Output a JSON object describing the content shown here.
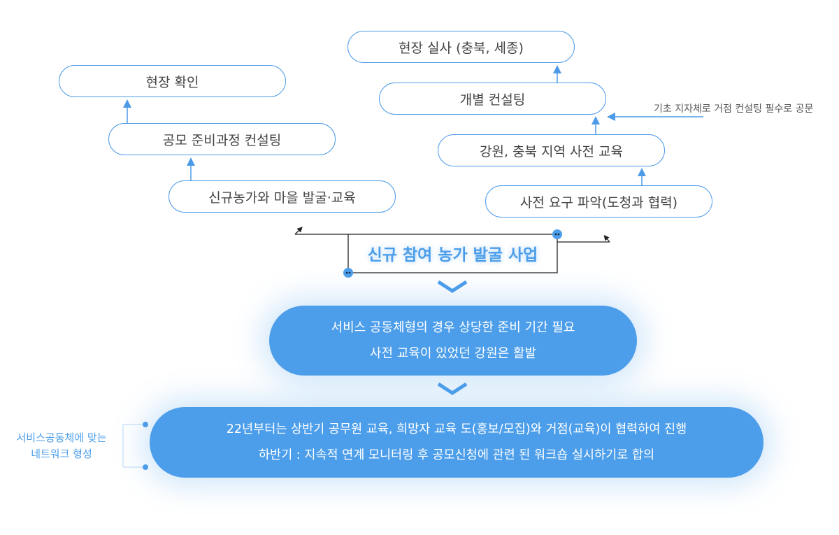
{
  "left_chain": [
    "현장 확인",
    "공모 준비과정 컨설팅",
    "신규농가와 마을 발굴·교육"
  ],
  "right_chain": [
    "현장 실사 (충북, 세종)",
    "개별 컨설팅",
    "강원, 충북 지역 사전 교육",
    "사전 요구 파악(도청과 협력)"
  ],
  "right_note": "기초 지자체로 거점 컨설팅 필수로 공문",
  "center_title": "신규 참여 농가 발굴 사업",
  "box1": [
    "서비스 공동체형의 경우 상당한 준비 기간 필요",
    "사전 교육이 있었던 강원은 활발"
  ],
  "box2": [
    "22년부터는 상반기 공무원 교육, 희망자 교육 도(홍보/모집)와 거점(교육)이 협력하여 진행",
    "하반기 : 지속적 연계 모니터링 후 공모신청에 관련 된 워크숍 실시하기로 합의"
  ],
  "side_note": [
    "서비스공동체에 맞는",
    "네트워크 형성"
  ],
  "colors": {
    "accent": "#4c9eea",
    "text": "#444444"
  }
}
